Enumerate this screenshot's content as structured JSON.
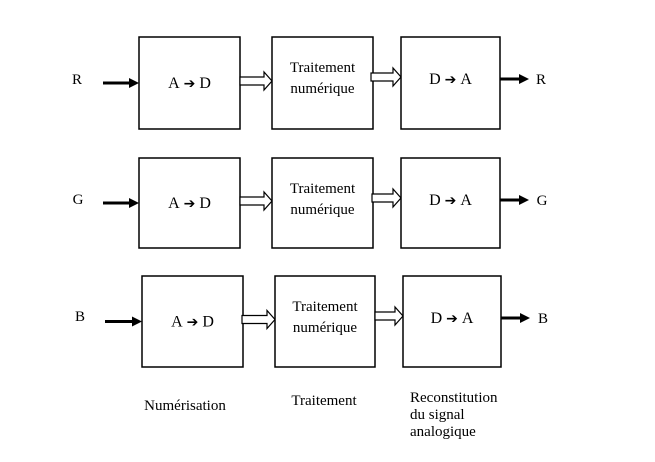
{
  "rows": [
    {
      "channel": "R",
      "adc": {
        "left": "A",
        "arrow": "➔",
        "right": "D"
      },
      "proc": [
        "Traitement",
        "numérique"
      ],
      "dac": {
        "left": "D",
        "arrow": "➔",
        "right": "A"
      },
      "output": "R"
    },
    {
      "channel": "G",
      "adc": {
        "left": "A",
        "arrow": "➔",
        "right": "D"
      },
      "proc": [
        "Traitement",
        "numérique"
      ],
      "dac": {
        "left": "D",
        "arrow": "➔",
        "right": "A"
      },
      "output": "G"
    },
    {
      "channel": "B",
      "adc": {
        "left": "A",
        "arrow": "➔",
        "right": "D"
      },
      "proc": [
        "Traitement",
        "numérique"
      ],
      "dac": {
        "left": "D",
        "arrow": "➔",
        "right": "A"
      },
      "output": "B"
    }
  ],
  "stages": {
    "digitization": "Numérisation",
    "processing": "Traitement",
    "reconstruction": [
      "Reconstitution",
      "du signal",
      "analogique"
    ]
  }
}
